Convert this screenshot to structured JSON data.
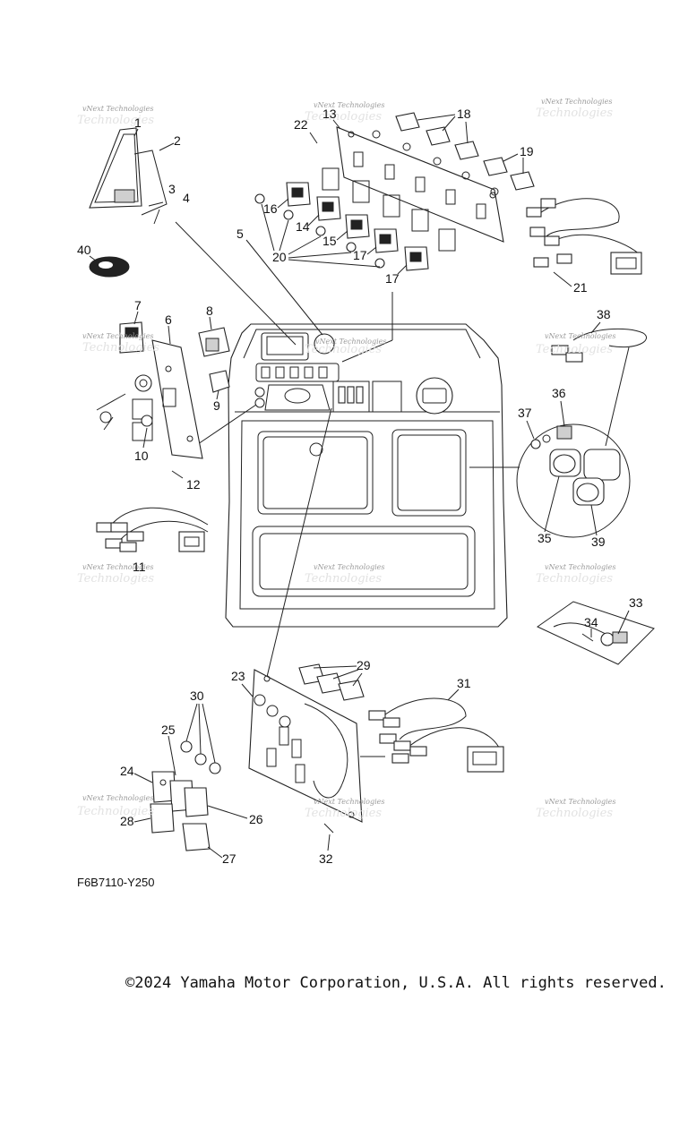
{
  "diagram": {
    "callouts": [
      "1",
      "2",
      "3",
      "4",
      "5",
      "6",
      "7",
      "8",
      "9",
      "10",
      "11",
      "12",
      "13",
      "14",
      "15",
      "16",
      "17",
      "17",
      "18",
      "19",
      "20",
      "21",
      "22",
      "23",
      "24",
      "25",
      "26",
      "27",
      "28",
      "29",
      "30",
      "31",
      "32",
      "33",
      "34",
      "35",
      "36",
      "37",
      "38",
      "39",
      "40"
    ],
    "watermark_label": "vNext Technologies",
    "figure_code": "F6B7110-Y250"
  },
  "footer": {
    "copyright": "©2024 Yamaha Motor Corporation, U.S.A. All rights reserved."
  }
}
